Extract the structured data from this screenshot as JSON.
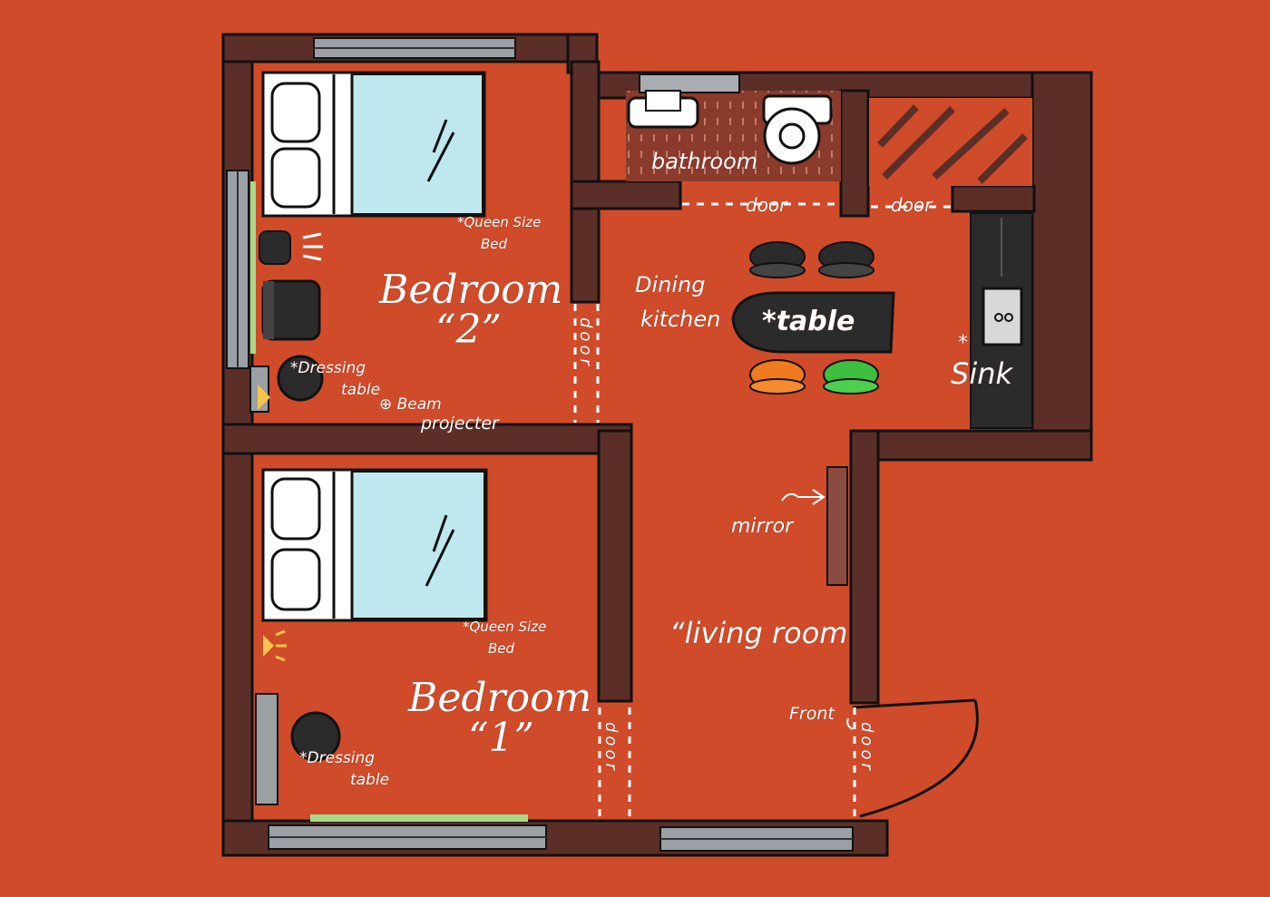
{
  "rooms": {
    "bedroom2": {
      "name": "Bedroom",
      "number": "“2”"
    },
    "bedroom1": {
      "name": "Bedroom",
      "number": "“1”"
    },
    "bathroom": "bathroom",
    "dining_kitchen_line1": "Dining",
    "dining_kitchen_line2": "kitchen",
    "living_room": "“living room"
  },
  "furniture": {
    "bed2_label": [
      "*Queen Size",
      "Bed"
    ],
    "bed1_label": [
      "*Queen Size",
      "Bed"
    ],
    "dressing2_label": [
      "*Dressing",
      "table"
    ],
    "dressing1_label": [
      "*Dressing",
      "table"
    ],
    "projector_label": [
      "⊕ Beam",
      "projecter"
    ],
    "table_label": "*table",
    "sink_label": "Sink",
    "sink_star": "*",
    "mirror_label": "mirror",
    "front_label": "Front"
  },
  "doors": {
    "bathroom_door": "door",
    "storage_door": "door",
    "bedroom2_door": "door",
    "bedroom1_door": "door",
    "front_door": "door"
  },
  "colors": {
    "floor": "#cf4b2a",
    "wall": "#5b2f28",
    "bed_sheet": "#bfe8ee",
    "window": "#9aa0a3",
    "bathroom_floor": "#8a3b2c",
    "chair_orange": "#f07a1e",
    "chair_green": "#3fbf3f",
    "table": "#2b2b2b"
  }
}
